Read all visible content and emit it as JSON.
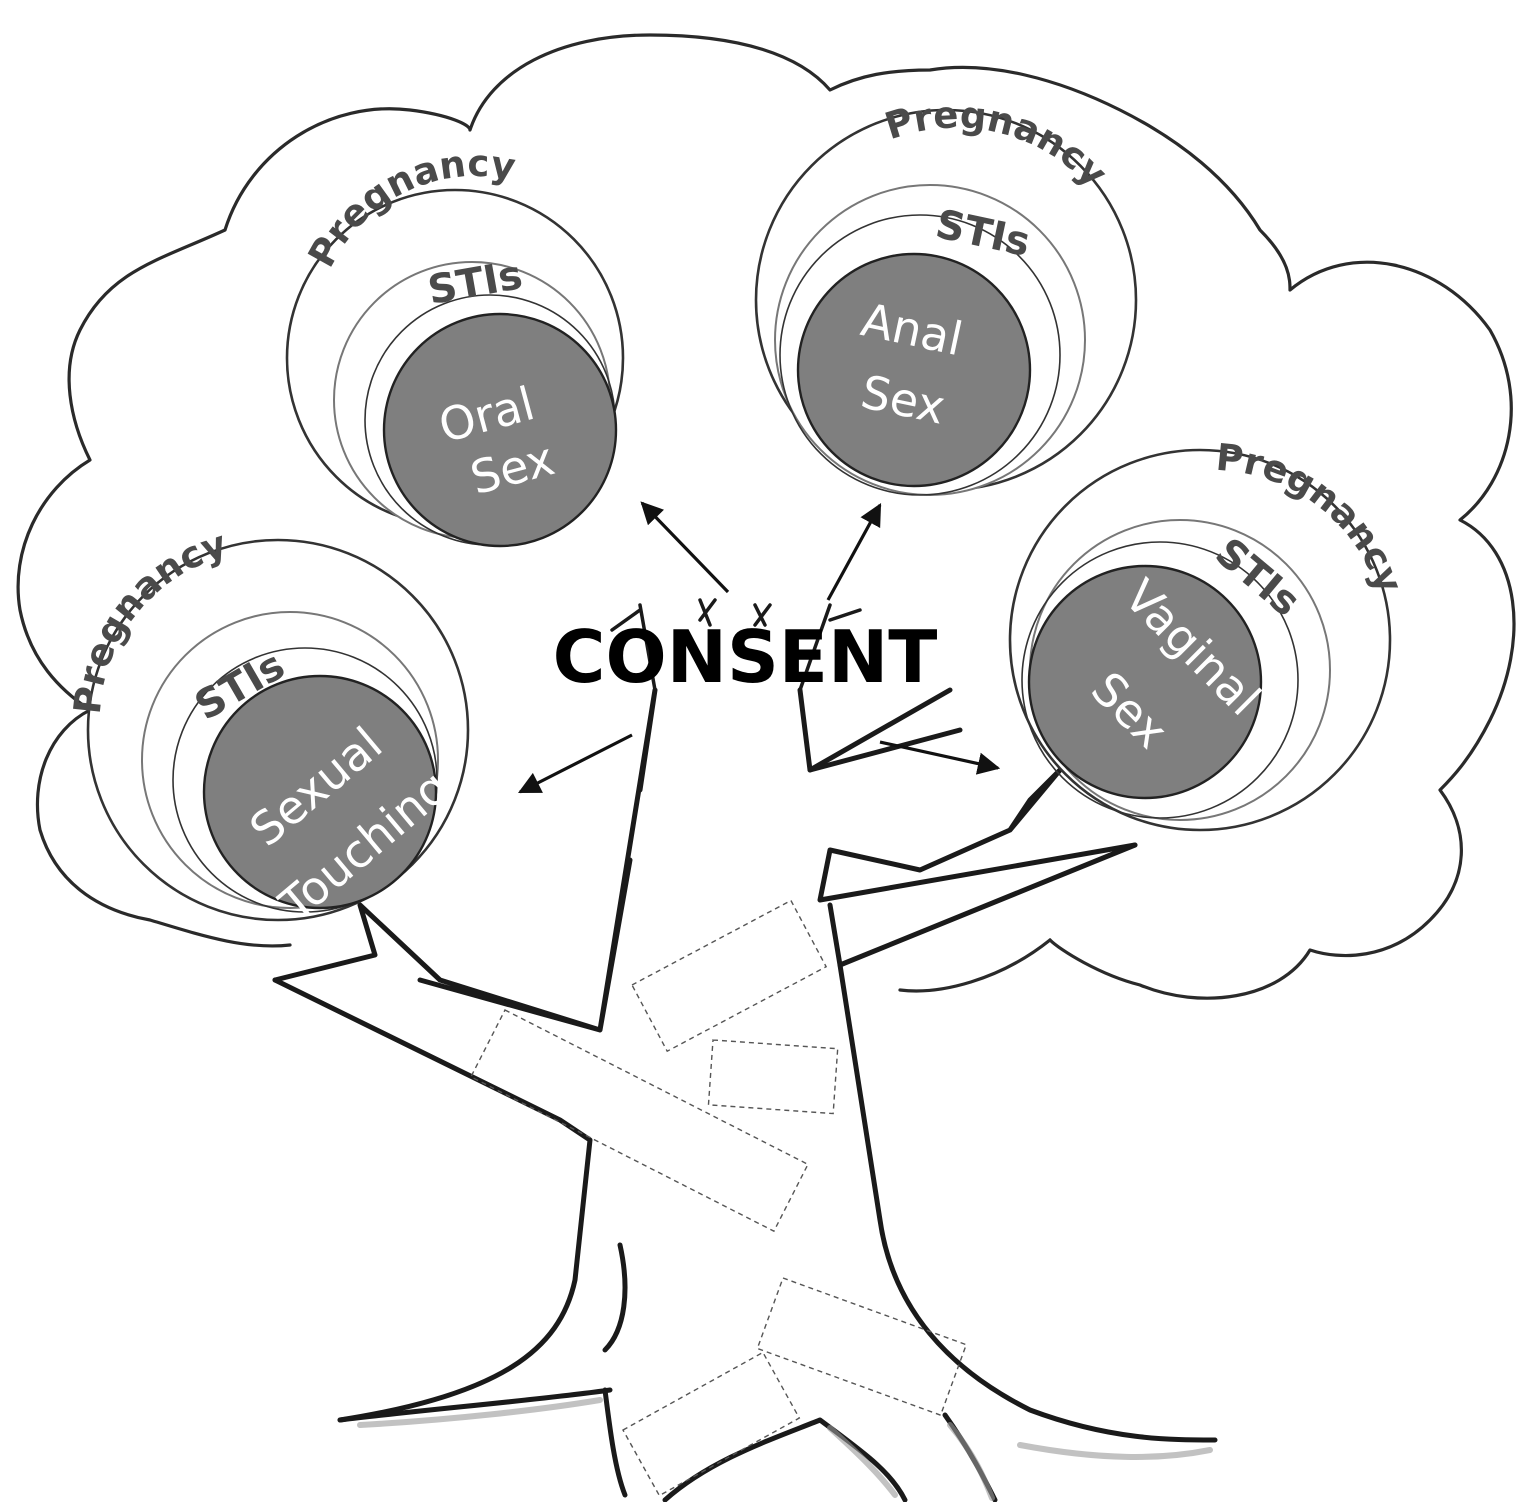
{
  "center_label": "CONSENT",
  "bubbles": {
    "oral": {
      "outer": "Pregnancy",
      "middle": "STIs",
      "core_line1": "Oral",
      "core_line2": "Sex"
    },
    "anal": {
      "outer": "Pregnancy",
      "middle": "STIs",
      "core_line1": "Anal",
      "core_line2": "Sex"
    },
    "touching": {
      "outer": "Pregnancy",
      "middle": "STIs",
      "core_line1": "Sexual",
      "core_line2": "Touching"
    },
    "vaginal": {
      "outer": "Pregnancy",
      "middle": "STIs",
      "core_line1": "Vaginal",
      "core_line2": "Sex"
    }
  },
  "colors": {
    "core_fill": "#7f7f7f",
    "ring_text": "#4a4a4a",
    "outline": "#2a2a2a"
  }
}
